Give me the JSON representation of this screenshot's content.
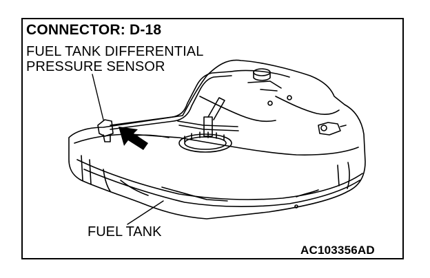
{
  "diagram": {
    "connector_title": "CONNECTOR: D-18",
    "sensor_label_line1": "FUEL TANK DIFFERENTIAL",
    "sensor_label_line2": "PRESSURE SENSOR",
    "tank_label": "FUEL TANK",
    "figure_code": "AC103356AD"
  }
}
